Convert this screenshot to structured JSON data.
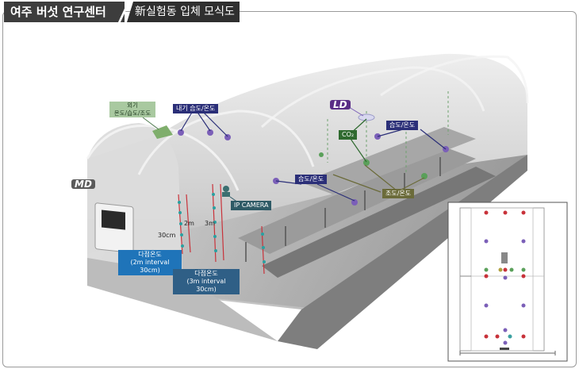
{
  "header": {
    "title": "여주 버섯 연구센터",
    "subtitle": "新실험동 입체 모식도"
  },
  "labels": {
    "outside_sensor": "외기\n온도/습도/조도",
    "inside_humidity_temp": "내기 습도/온도",
    "ld": "LD",
    "co2": "CO₂",
    "humidity_temp_right": "습도/온도",
    "humidity_temp_center": "습도/온도",
    "light_temp": "조도/온도",
    "md": "MD",
    "ip_camera": "IP CAMERA",
    "dim_2m": "2m",
    "dim_3m": "3m",
    "dim_30cm": "30cm",
    "multi_temp_2m": "다점온도\n(2m interval 30cm)",
    "multi_temp_3m": "다점온도\n(3m interval 30cm)"
  },
  "colors": {
    "purple_sensor": "#7b5fb8",
    "red_sensor": "#c8323a",
    "green_sensor": "#5aa05a",
    "teal_sensor": "#3aa0a0"
  }
}
